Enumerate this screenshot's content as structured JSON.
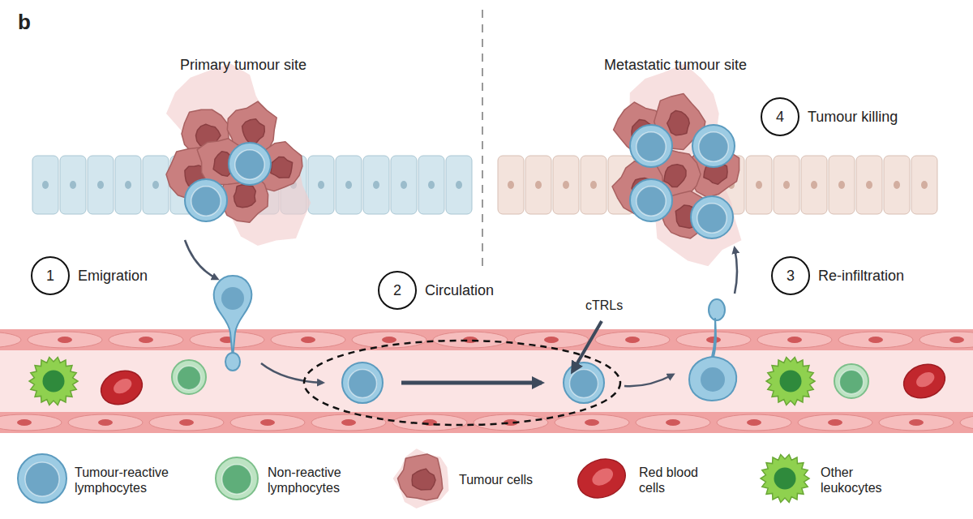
{
  "diagram": {
    "nodes": [
      {
        "text": [
          "1",
          "Emigration"
        ]
      },
      {
        "text": [
          "2",
          "Circulation"
        ]
      },
      {
        "text": [
          "3",
          "Re-infiltration"
        ]
      },
      {
        "text": [
          "4",
          "Tumour killing"
        ]
      }
    ],
    "labels": [
      "b",
      "Primary tumour site",
      "Metastatic tumour site",
      "cTRLs"
    ],
    "legend": [
      {
        "text": "Tumour-reactive lymphocytes"
      },
      {
        "text": "Non-reactive lymphocytes"
      },
      {
        "text": "Tumour cells"
      },
      {
        "text": "Red blood cells"
      },
      {
        "text": "Other leukocytes"
      }
    ]
  }
}
